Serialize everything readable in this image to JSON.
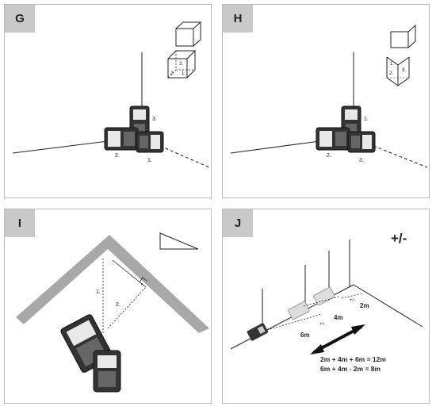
{
  "panels": {
    "g": {
      "letter": "G",
      "labels": [
        "1.",
        "2.",
        "3."
      ],
      "icon_labels": [
        "1.",
        "2.",
        "3."
      ]
    },
    "h": {
      "letter": "H",
      "labels": [
        "1.",
        "2.",
        "3."
      ],
      "icon_labels": [
        "1.",
        "2.",
        "3."
      ]
    },
    "i": {
      "letter": "I",
      "labels": [
        "1.",
        "2."
      ]
    },
    "j": {
      "letter": "J",
      "title": "+/-",
      "distances": [
        "2m",
        "4m",
        "6m"
      ],
      "plusminus": [
        "+/-",
        "+/-"
      ],
      "formula_1": "2m + 4m + 6m = 12m",
      "formula_2": "6m + 4m - 2m = 8m"
    }
  },
  "colors": {
    "badge": "#c9c9c9",
    "border": "#b9b9b9",
    "roof": "#a8a8a8",
    "device": "#333333"
  }
}
